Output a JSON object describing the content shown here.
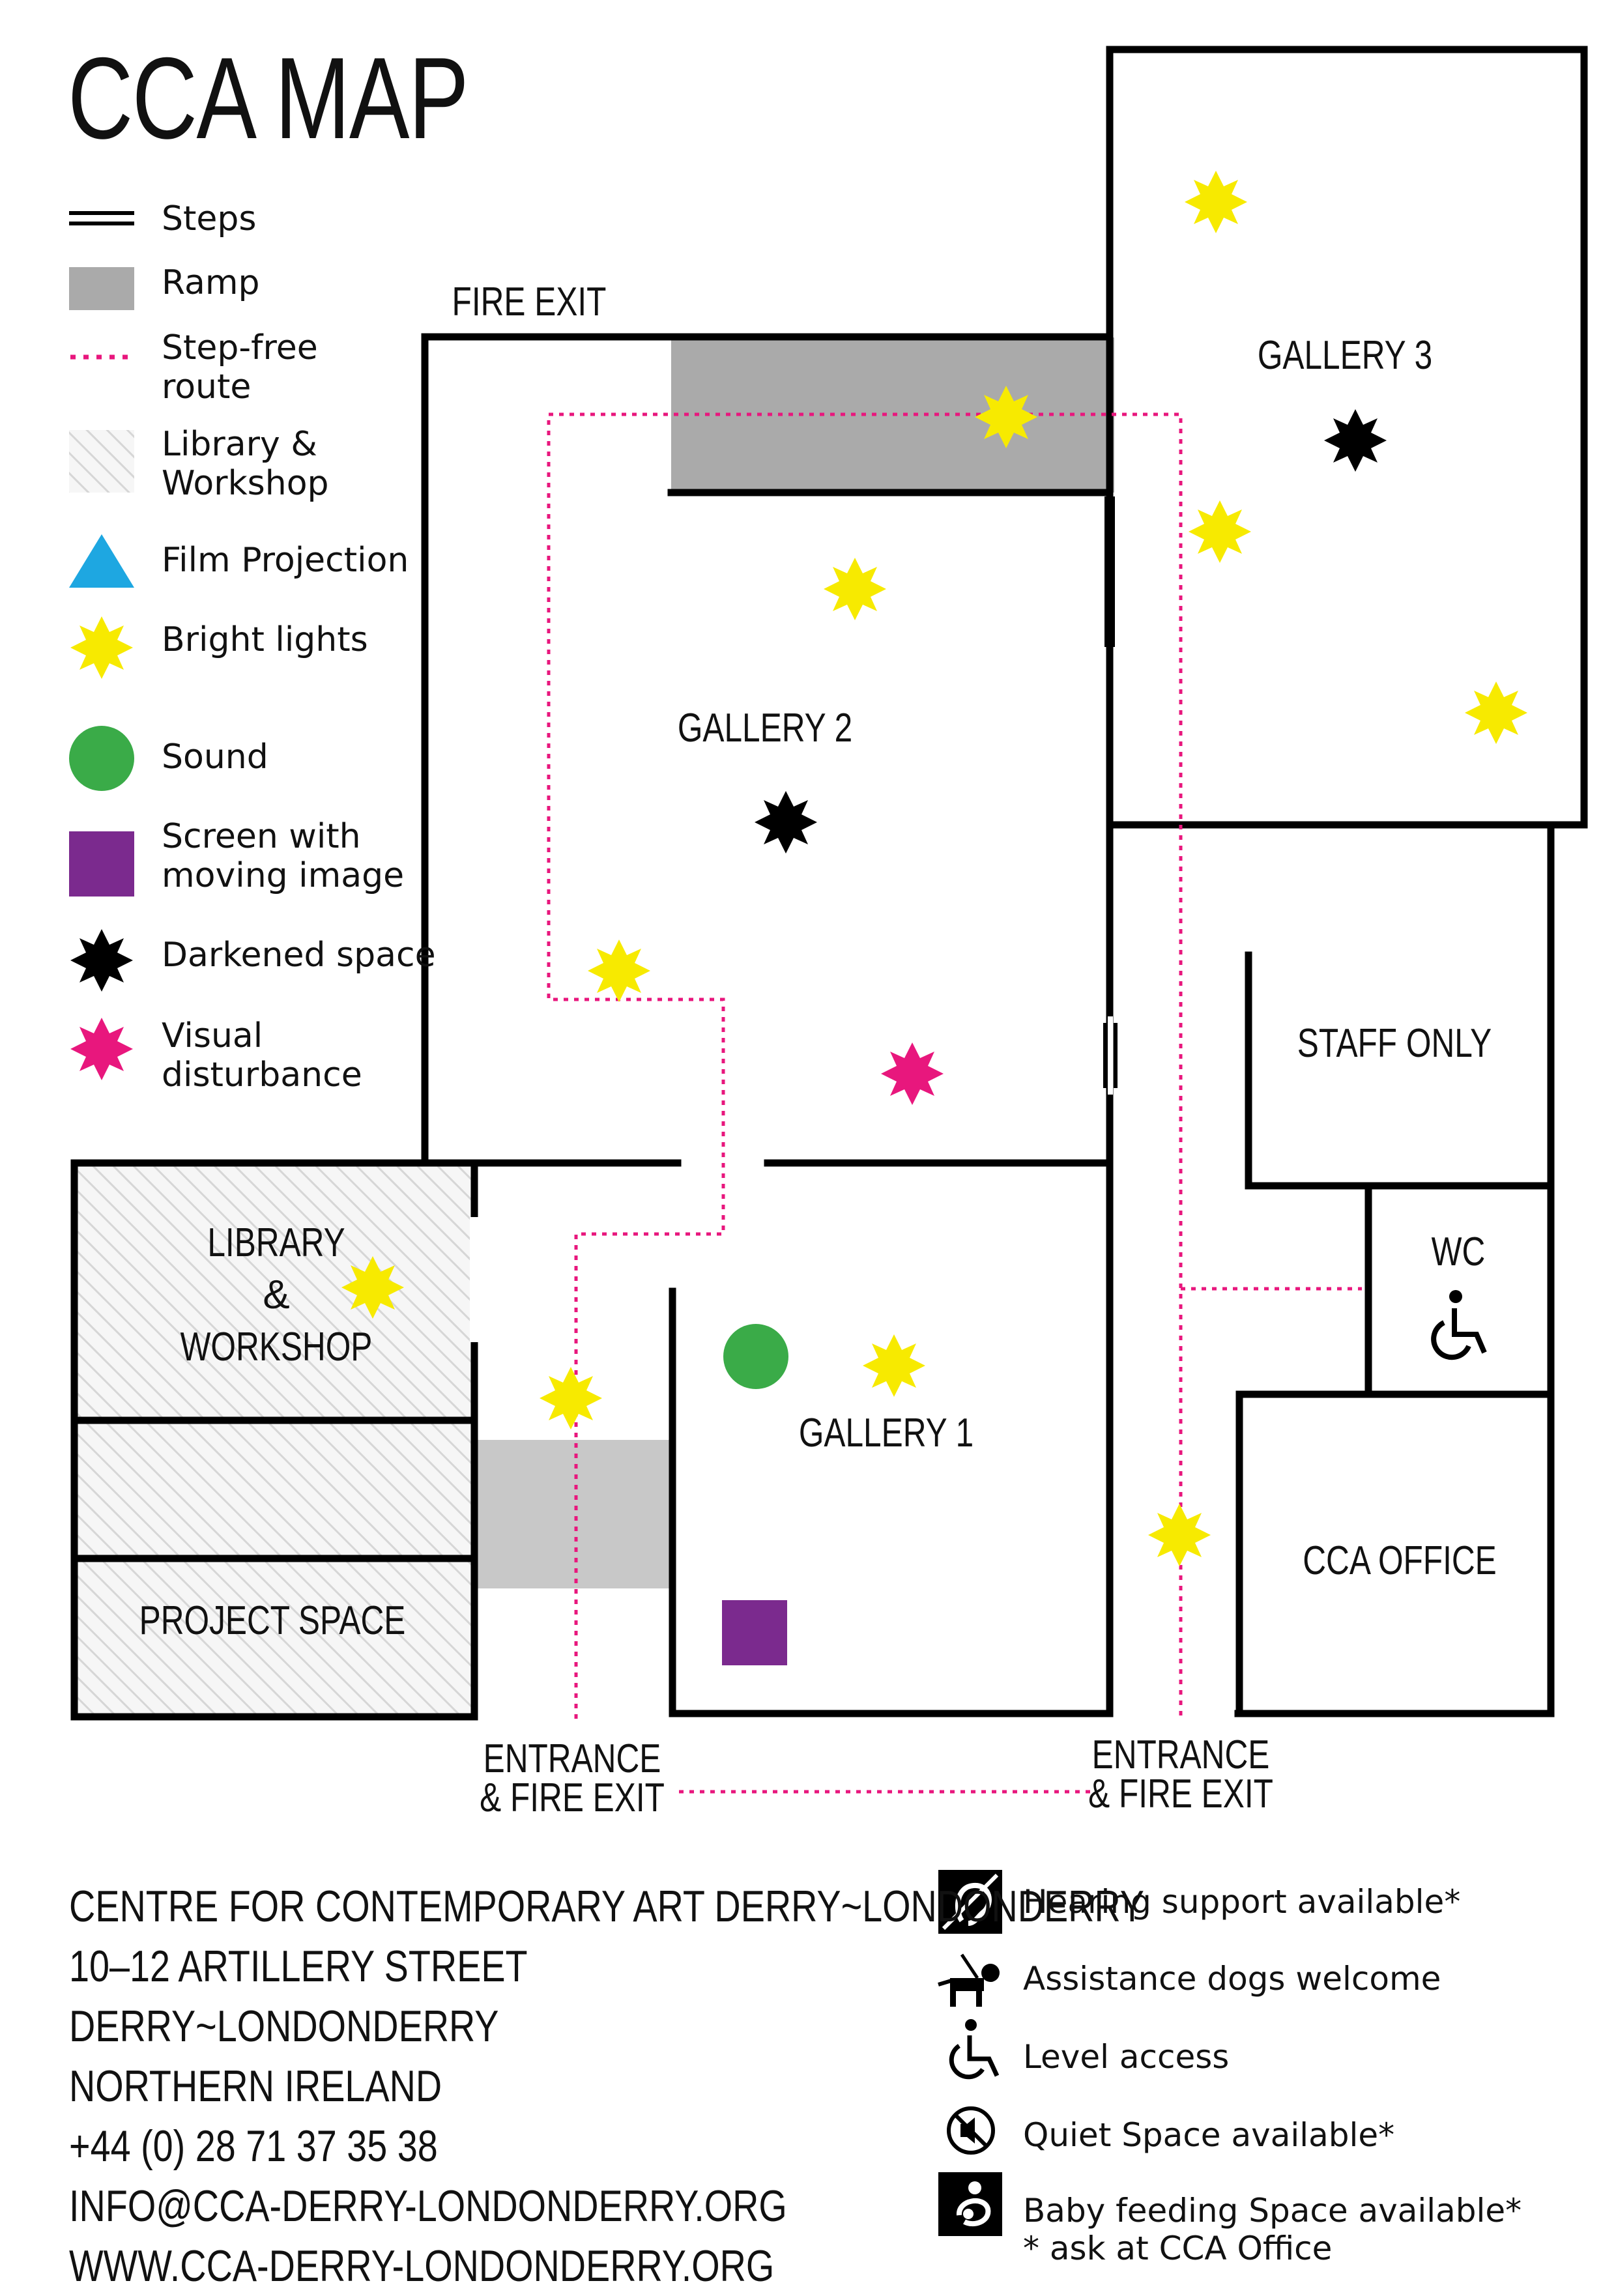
{
  "title": "CCA MAP",
  "legend": {
    "steps": "Steps",
    "ramp": "Ramp",
    "step_free_1": "Step-free",
    "step_free_2": "route",
    "library_1": "Library &",
    "library_2": "Workshop",
    "film": "Film Projection",
    "bright": "Bright lights",
    "sound": "Sound",
    "screen_1": "Screen with",
    "screen_2": "moving image",
    "darkened": "Darkened space",
    "visual_1": "Visual",
    "visual_2": "disturbance"
  },
  "rooms": {
    "gallery_1": "GALLERY 1",
    "gallery_2": "GALLERY 2",
    "gallery_3": "GALLERY 3",
    "library_1": "LIBRARY",
    "library_2": "&",
    "library_3": "WORKSHOP",
    "project_space": "PROJECT SPACE",
    "staff_only": "STAFF ONLY",
    "wc": "WC",
    "cca_office": "CCA OFFICE",
    "fire_exit": "FIRE EXIT",
    "entrance_left_1": "ENTRANCE",
    "entrance_left_2": "& FIRE EXIT",
    "entrance_right_1": "ENTRANCE",
    "entrance_right_2": "& FIRE EXIT"
  },
  "address": {
    "line1": "CENTRE FOR CONTEMPORARY ART DERRY~LONDONDERRY",
    "line2": "10–12 ARTILLERY STREET",
    "line3": "DERRY~LONDONDERRY",
    "line4": "NORTHERN IRELAND",
    "phone": "+44 (0) 28 71 37 35 38",
    "email": "INFO@CCA-DERRY-LONDONDERRY.ORG",
    "web": "WWW.CCA-DERRY-LONDONDERRY.ORG"
  },
  "access": {
    "hearing": "Hearing support available*",
    "dogs": "Assistance dogs welcome",
    "level": "Level access",
    "quiet": "Quiet Space available*",
    "baby": "Baby feeding Space available*",
    "note": "* ask at CCA Office"
  },
  "colors": {
    "ramp": "#aaaaaa",
    "route": "#e8177d",
    "film": "#1ea7e1",
    "bright": "#f7ea00",
    "sound": "#3aab48",
    "screen": "#7b2a8e",
    "darkened": "#000000",
    "visual": "#e8177d",
    "walls": "#000000"
  }
}
